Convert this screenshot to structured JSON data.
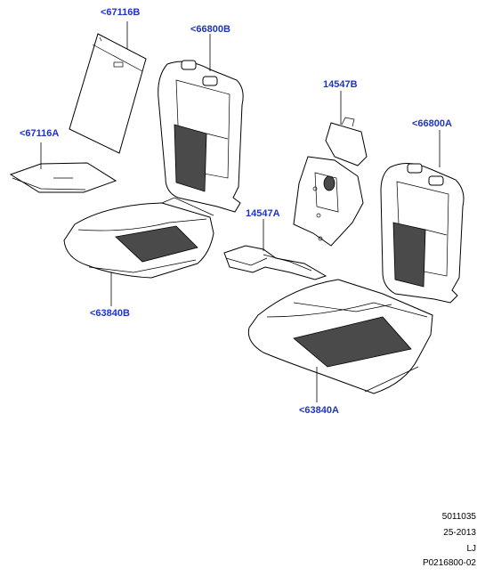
{
  "callouts": {
    "c67116B": "<67116B",
    "c66800B": "<66800B",
    "c67116A": "<67116A",
    "c14547B": "14547B",
    "c66800A": "<66800A",
    "c14547A": "14547A",
    "c63840B": "<63840B",
    "c63840A": "<63840A"
  },
  "footer": {
    "line1": "5011035",
    "line2": "25-2013",
    "line3": "LJ",
    "line4": "P0216800-02"
  },
  "colors": {
    "callout": "#1f33c8",
    "line": "#000000"
  }
}
